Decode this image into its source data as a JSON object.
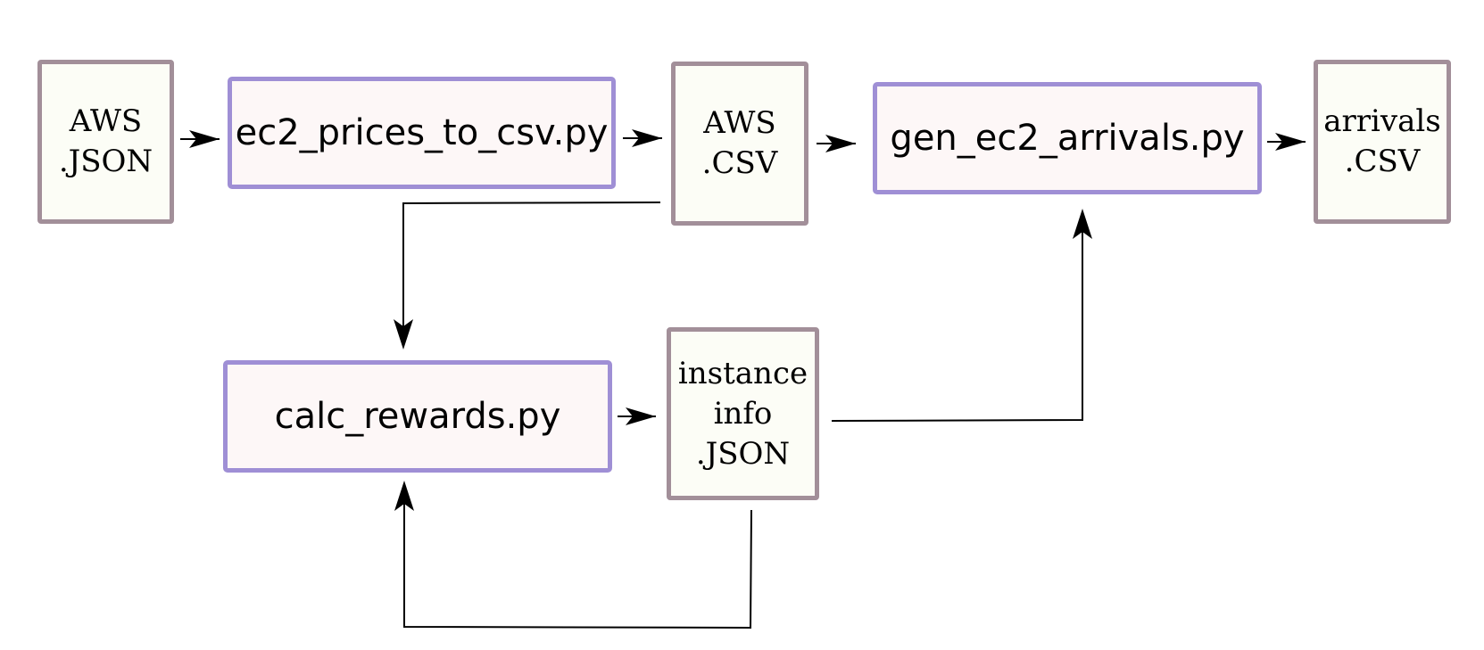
{
  "colors": {
    "file_border": "#a28f99",
    "file_fill": "#fcfdf6",
    "script_border": "#9f8fd5",
    "script_fill": "#fdf7f7",
    "edge": "#000000"
  },
  "nodes": {
    "aws_json": {
      "label": "AWS\n.JSON",
      "kind": "file"
    },
    "ec2_prices": {
      "label": "ec2_prices_to_csv.py",
      "kind": "script"
    },
    "aws_csv": {
      "label": "AWS\n.CSV",
      "kind": "file"
    },
    "gen_arrivals": {
      "label": "gen_ec2_arrivals.py",
      "kind": "script"
    },
    "arrivals_csv": {
      "label": "arrivals\n.CSV",
      "kind": "file"
    },
    "calc_rewards": {
      "label": "calc_rewards.py",
      "kind": "script"
    },
    "instance_info": {
      "label": "instance\ninfo\n.JSON",
      "kind": "file"
    }
  },
  "edges": [
    {
      "from": "aws_json",
      "to": "ec2_prices"
    },
    {
      "from": "ec2_prices",
      "to": "aws_csv"
    },
    {
      "from": "aws_csv",
      "to": "gen_arrivals"
    },
    {
      "from": "gen_arrivals",
      "to": "arrivals_csv"
    },
    {
      "from": "aws_csv",
      "to": "calc_rewards"
    },
    {
      "from": "calc_rewards",
      "to": "instance_info"
    },
    {
      "from": "instance_info",
      "to": "gen_arrivals"
    },
    {
      "from": "instance_info",
      "to": "calc_rewards"
    }
  ]
}
